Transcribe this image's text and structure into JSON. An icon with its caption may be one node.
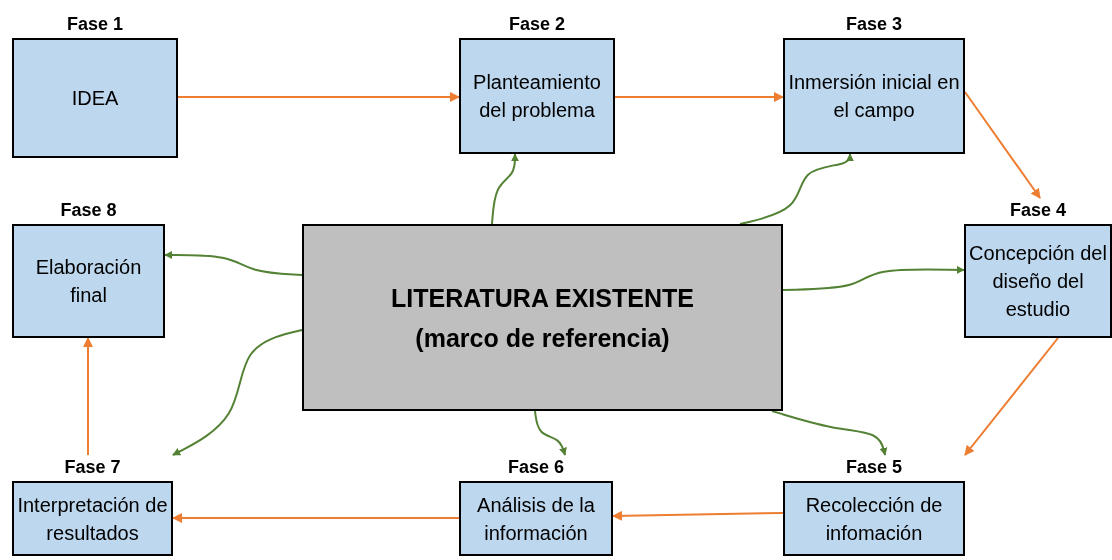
{
  "diagram": {
    "nodes": [
      {
        "text": [
          "Fase 1",
          "IDEA"
        ]
      },
      {
        "text": [
          "Fase 2",
          "Planteamiento del problema"
        ]
      },
      {
        "text": [
          "Fase 3",
          "Inmersión inicial en el campo"
        ]
      },
      {
        "text": [
          "Fase 8",
          "Elaboración final"
        ]
      },
      {
        "text": [
          "LITERATURA EXISTENTE",
          "(marco de referencia)"
        ]
      },
      {
        "text": [
          "Fase 4",
          "Concepción del diseño del estudio"
        ]
      },
      {
        "text": [
          "Fase 7",
          "Interpretación de resultados"
        ]
      },
      {
        "text": [
          "Fase 6",
          "Análisis de la información"
        ]
      },
      {
        "text": [
          "Fase 5",
          "Recolección de infomación"
        ]
      }
    ],
    "edges": [
      {
        "from": 0,
        "to": 1,
        "arrow": "to"
      },
      {
        "from": 1,
        "to": 2,
        "arrow": "to"
      },
      {
        "from": 2,
        "to": 5,
        "arrow": "to"
      },
      {
        "from": 5,
        "to": 8,
        "arrow": "to"
      },
      {
        "from": 8,
        "to": 7,
        "arrow": "to"
      },
      {
        "from": 7,
        "to": 6,
        "arrow": "to"
      },
      {
        "from": 6,
        "to": 3,
        "arrow": "to"
      },
      {
        "from": 4,
        "to": 1,
        "arrow": "to",
        "color": "#548235"
      },
      {
        "from": 4,
        "to": 2,
        "arrow": "to",
        "color": "#548235"
      },
      {
        "from": 4,
        "to": 5,
        "arrow": "to",
        "color": "#548235"
      },
      {
        "from": 4,
        "to": 8,
        "arrow": "to",
        "color": "#548235"
      },
      {
        "from": 4,
        "to": 7,
        "arrow": "to",
        "color": "#548235"
      },
      {
        "from": 4,
        "to": 6,
        "arrow": "to",
        "color": "#548235"
      },
      {
        "from": 4,
        "to": 3,
        "arrow": "to",
        "color": "#548235"
      }
    ]
  }
}
